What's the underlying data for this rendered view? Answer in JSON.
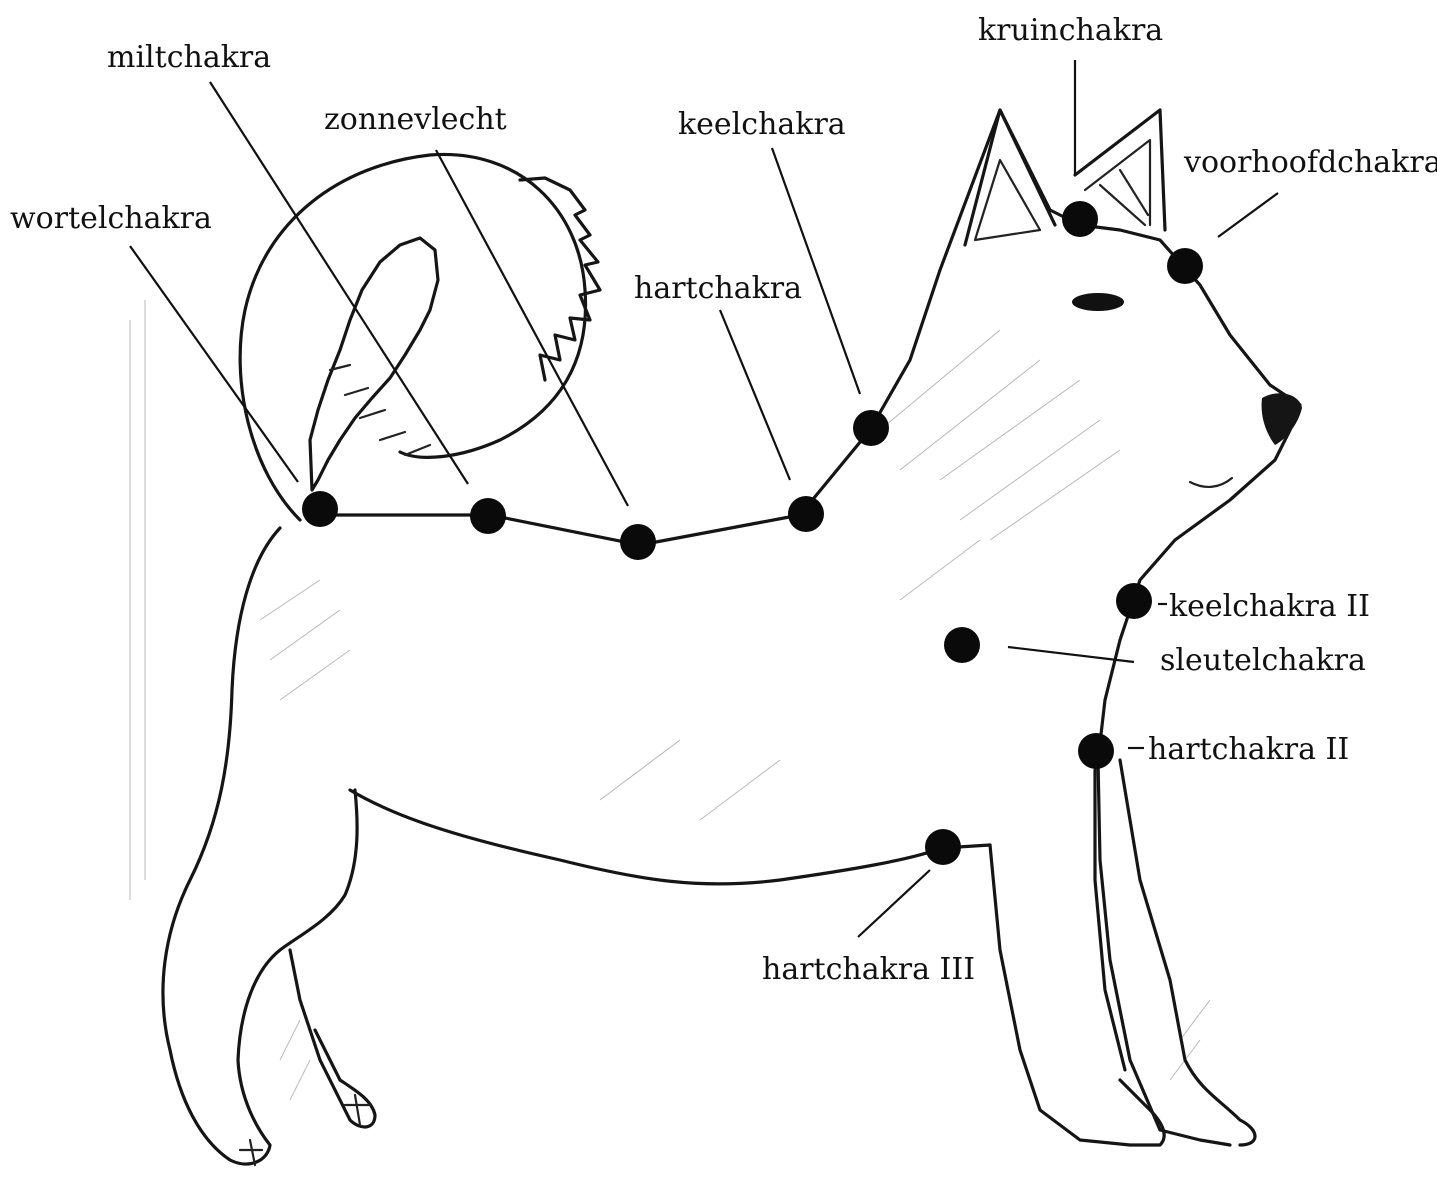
{
  "labels": {
    "kruinchakra": "kruinchakra",
    "miltchakra": "miltchakra",
    "zonnevlecht": "zonnevlecht",
    "keelchakra": "keelchakra",
    "voorhoofdchakra": "voorhoofdchakra",
    "wortelchakra": "wortelchakra",
    "hartchakra": "hartchakra",
    "keelchakra_ii": "keelchakra II",
    "sleutelchakra": "sleutelchakra",
    "hartchakra_ii": "hartchakra II",
    "hartchakra_iii": "hartchakra III"
  },
  "colors": {
    "line": "#151515",
    "dot": "#0a0a0a",
    "background": "#ffffff",
    "shading": "#b8b8b8"
  }
}
